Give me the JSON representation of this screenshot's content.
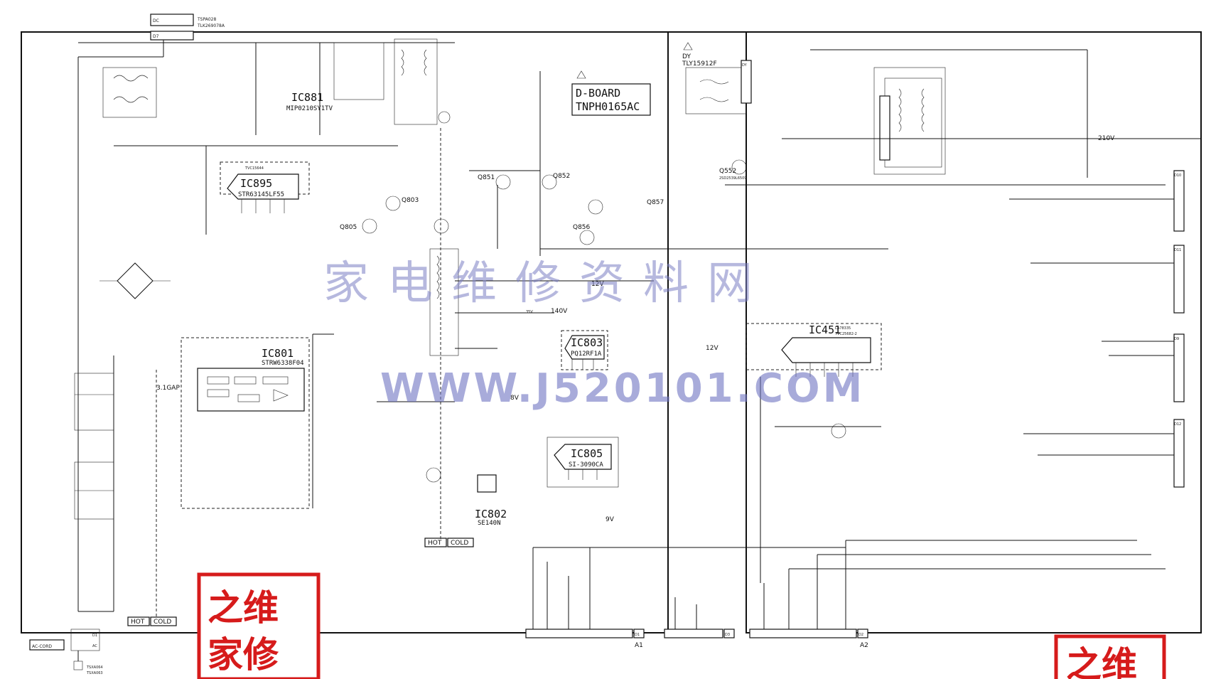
{
  "board": {
    "name": "D-BOARD",
    "part": "TNPH0165AC"
  },
  "parts": {
    "top_connector": {
      "line1": "TSPA028",
      "line2": "TLK269078A"
    },
    "dy": {
      "label": "DY",
      "part": "TLY15912F"
    },
    "ic881": {
      "label": "IC881",
      "part": "MIP0210SY1TV"
    },
    "ic895": {
      "label": "IC895",
      "part": "STR63145LF55",
      "pkg": "TVC15644"
    },
    "ic801": {
      "label": "IC801",
      "part": "STRW6338F04"
    },
    "ic803": {
      "label": "IC803",
      "part": "PQ12RF1A"
    },
    "ic805": {
      "label": "IC805",
      "part": "SI-3090CA"
    },
    "ic802": {
      "label": "IC802",
      "part": "SE140N"
    },
    "ic451": {
      "label": "IC451",
      "part1": "LA78335",
      "part2": "TVC25682-2"
    },
    "q552": {
      "label": "Q552",
      "part": "2SD2539L6509"
    },
    "q851": {
      "label": "Q851"
    },
    "q852": {
      "label": "Q852"
    },
    "q856": {
      "label": "Q856"
    },
    "q857": {
      "label": "Q857"
    },
    "q803": {
      "label": "Q803"
    },
    "q805": {
      "label": "Q805"
    },
    "ac_cord": "AC-CORD",
    "ac_cord_parts": [
      "TSXA064",
      "TSXA063"
    ]
  },
  "voltages": {
    "v140": "140V",
    "v12a": "12V",
    "v12b": "12V",
    "v9": "9V",
    "v8": "8V",
    "v210": "210V",
    "v35": "35V"
  },
  "labels": {
    "gap": "3.1GAP",
    "hot": "HOT",
    "cold": "COLD",
    "hot2": "HOT",
    "cold2": "COLD"
  },
  "connectors": {
    "d1": "D1",
    "a1": "A1",
    "d3": "D3",
    "d2": "D2",
    "a2": "A2",
    "d10": "D10",
    "d11": "D11",
    "d9": "D9",
    "d12": "D12",
    "dy_conn": "DY",
    "d7": "D7",
    "dc": "DC",
    "d1b": "D1",
    "ac": "AC"
  },
  "watermark": {
    "cn": "家电维修资料网",
    "url": "WWW.J520101.COM"
  },
  "stamps": {
    "left_top": "之维",
    "left_bottom": "家修",
    "right": "之维"
  },
  "colors": {
    "ink": "#111111",
    "watermark": "#7b7fc4",
    "stamp": "#d61b1b"
  }
}
